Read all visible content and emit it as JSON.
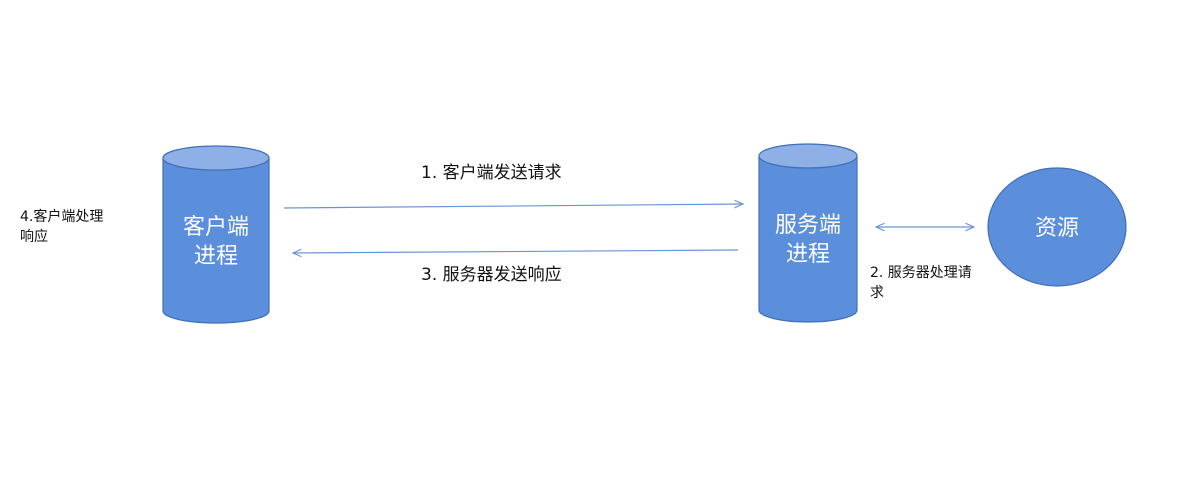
{
  "colors": {
    "node_fill": "#5b8fdc",
    "node_top": "#8fb0e6",
    "node_stroke": "#3f6fb8",
    "arrow": "#6b93d6",
    "text_dark": "#111111",
    "text_light": "#ffffff"
  },
  "nodes": {
    "client": {
      "line1": "客户端",
      "line2": "进程"
    },
    "server": {
      "line1": "服务端",
      "line2": "进程"
    },
    "resource": {
      "label": "资源"
    }
  },
  "labels": {
    "step1": "1. 客户端发送请求",
    "step2_line1": "2. 服务器处理请",
    "step2_line2": "求",
    "step3": "3. 服务器发送响应",
    "step4_line1": "4.客户端处理",
    "step4_line2": "响应"
  }
}
